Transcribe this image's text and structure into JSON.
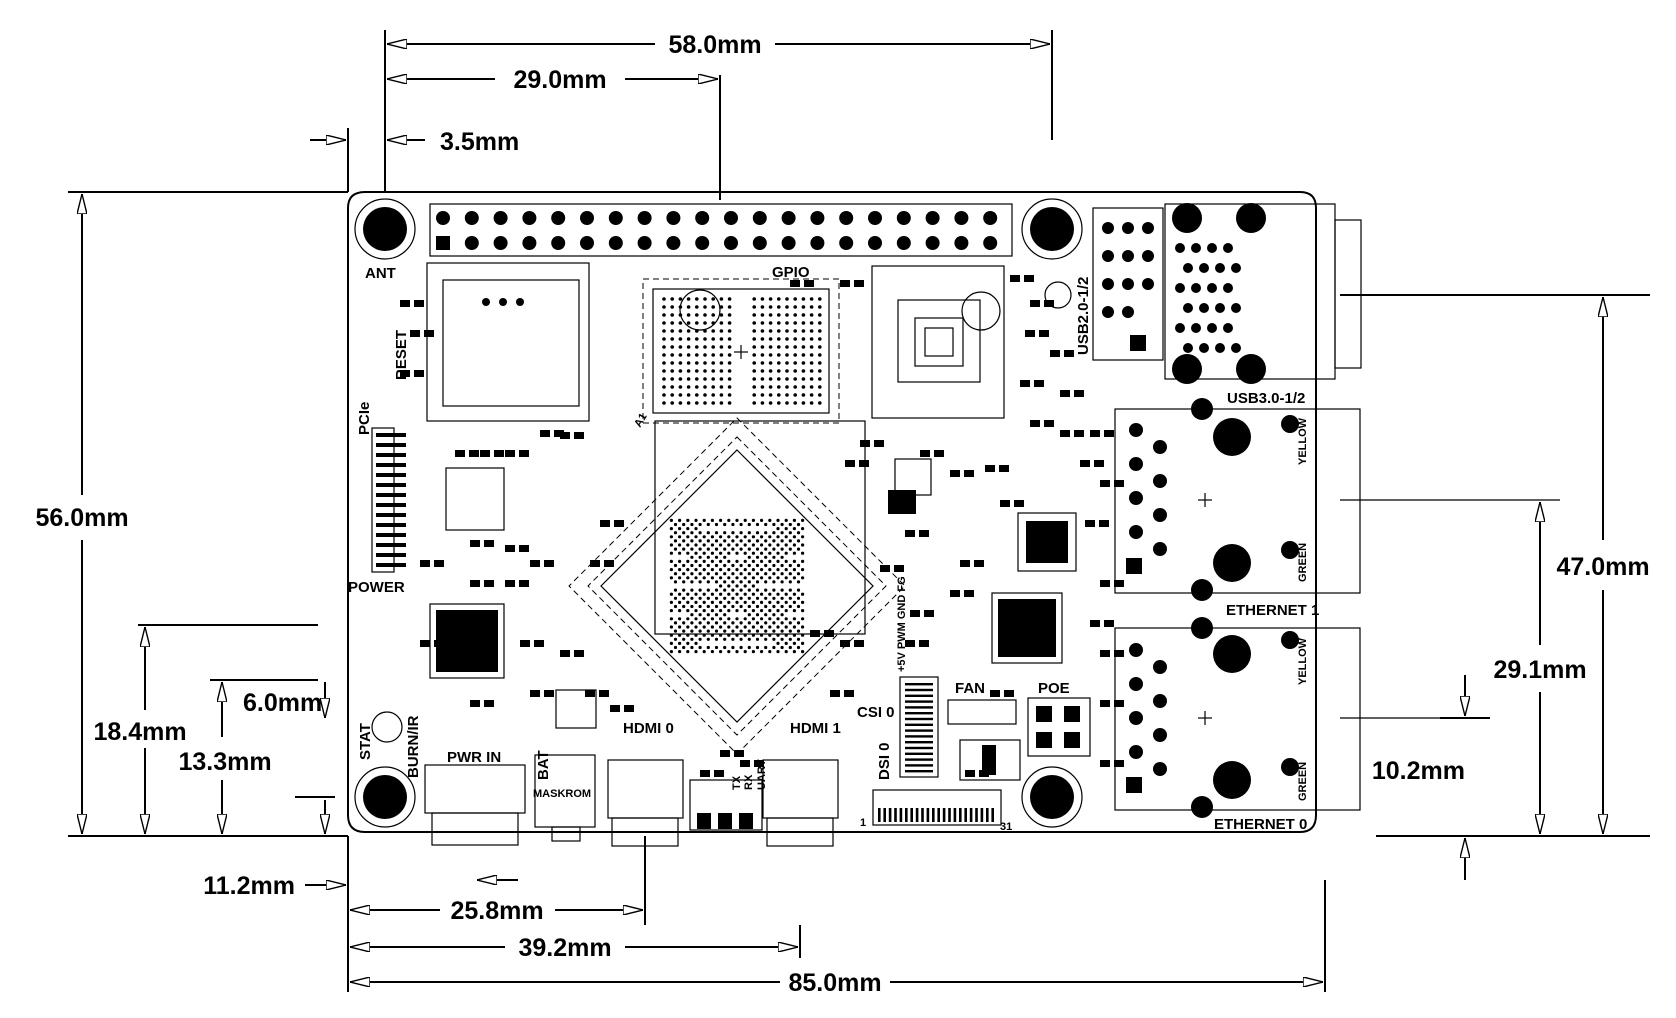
{
  "dimensions": {
    "width_58": "58.0mm",
    "width_29": "29.0mm",
    "offset_3_5": "3.5mm",
    "height_56": "56.0mm",
    "height_47": "47.0mm",
    "height_29_1": "29.1mm",
    "height_10_2": "10.2mm",
    "height_18_4": "18.4mm",
    "height_13_3": "13.3mm",
    "height_6_0": "6.0mm",
    "width_11_2": "11.2mm",
    "width_25_8": "25.8mm",
    "width_39_2": "39.2mm",
    "width_85": "85.0mm"
  },
  "board_labels": {
    "ant": "ANT",
    "reset": "RESET",
    "pcie": "PCIe",
    "gpio": "GPIO",
    "usb2": "USB2.0-1/2",
    "usb3": "USB3.0-1/2",
    "yellow": "YELLOW",
    "green": "GREEN",
    "ethernet1": "ETHERNET 1",
    "ethernet0": "ETHERNET 0",
    "power": "POWER",
    "stat": "STAT",
    "burn_ir": "BURN/IR",
    "pwr_in": "PWR IN",
    "bat": "BAT",
    "maskrom": "MASKROM",
    "hdmi0": "HDMI 0",
    "hdmi1": "HDMI 1",
    "uart": "UART",
    "rx": "RX",
    "tx": "TX",
    "csi0": "CSI 0",
    "dsi0": "DSI 0",
    "fan": "FAN",
    "poe": "POE",
    "fan_pins": "+5V PWM GND FG",
    "a1": "A1",
    "pin1": "1",
    "pin31": "31"
  }
}
